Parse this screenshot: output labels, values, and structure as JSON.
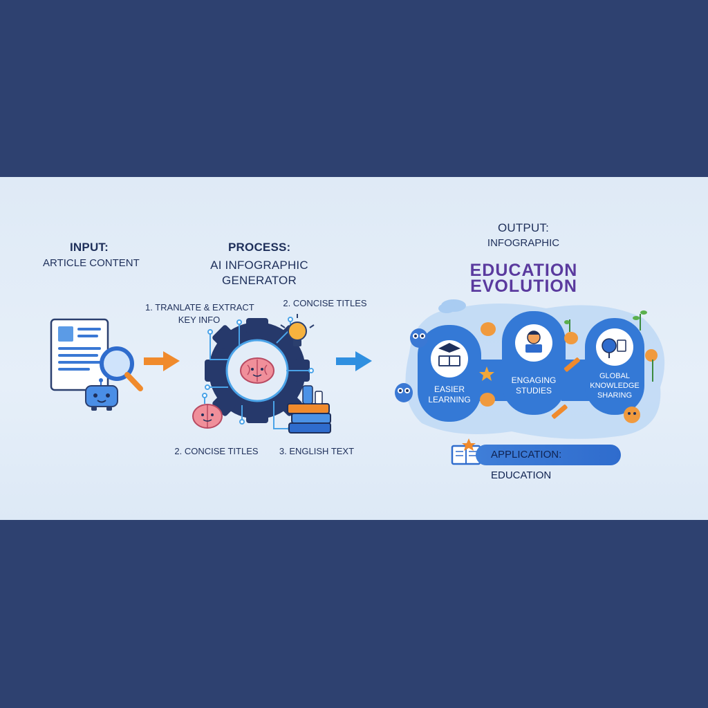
{
  "input": {
    "heading": "INPUT:",
    "subheading": "ARTICLE CONTENT"
  },
  "process": {
    "heading": "PROCESS:",
    "subheading_line1": "AI INFOGRAPHIC",
    "subheading_line2": "GENERATOR",
    "step_top_left_line1": "1. TRANLATE & EXTRACT",
    "step_top_left_line2": "KEY INFO",
    "step_top_right": "2. CONCISE TITLES",
    "step_bottom_left": "2. CONCISE TITLES",
    "step_bottom_right": "3. ENGLISH TEXT"
  },
  "output": {
    "heading": "OUTPUT:",
    "subheading": "INFOGRAPHIC",
    "title_line1": "EDUCATION",
    "title_line2": "EVOLUTION",
    "panels": [
      {
        "line1": "EASIER",
        "line2": "LEARNING",
        "line3": ""
      },
      {
        "line1": "ENGAGING",
        "line2": "STUDIES",
        "line3": ""
      },
      {
        "line1": "GLOBAL",
        "line2": "KNOWLEDGE",
        "line3": "SHARING"
      }
    ],
    "application": "APPLICATION: EDUCATION"
  },
  "colors": {
    "background": "#2e4170",
    "band": "#e3edf8",
    "text": "#1e2f5a",
    "title": "#5a3a9e",
    "arrow_orange": "#f08a2c",
    "arrow_blue": "#2f8fe0",
    "panel_blue": "#3479d6",
    "gear": "#26396b"
  }
}
